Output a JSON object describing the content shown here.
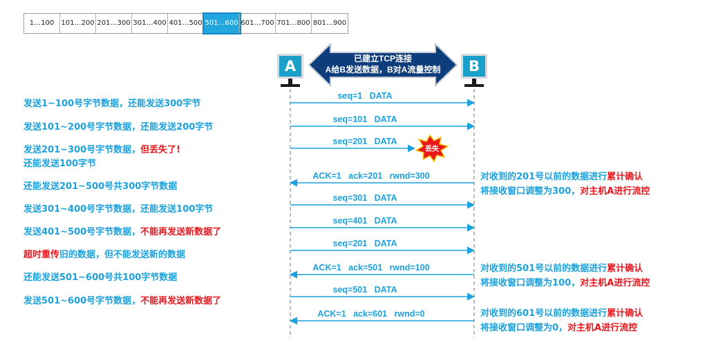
{
  "strip": {
    "cells": [
      "1…100",
      "101…200",
      "201…300",
      "301…400",
      "401…500",
      "501…600",
      "601…700",
      "701…800",
      "801…900"
    ],
    "highlighted_index": 5
  },
  "connection": {
    "line1": "已建立TCP连接",
    "line2": "A给B发送数据，B对A流量控制"
  },
  "hosts": {
    "a": "A",
    "b": "B"
  },
  "left_notes": [
    {
      "parts": [
        {
          "text": "发送1~100号字节数据，还能发送300字节",
          "red": false
        }
      ]
    },
    {
      "parts": [
        {
          "text": "发送101~200号字节数据，还能发送200字节",
          "red": false
        }
      ]
    },
    {
      "parts": [
        {
          "text": "发送201~300号字节数据，",
          "red": false
        },
        {
          "text": "但丢失了!",
          "red": true
        }
      ]
    },
    {
      "parts": [
        {
          "text": "还能发送100字节",
          "red": false
        }
      ]
    },
    {
      "parts": [
        {
          "text": "还能发送201~500号共300字节数据",
          "red": false
        }
      ]
    },
    {
      "parts": [
        {
          "text": "发送301~400号字节数据，还能发送100字节",
          "red": false
        }
      ]
    },
    {
      "parts": [
        {
          "text": "发送401~500号字节数据，",
          "red": false
        },
        {
          "text": "不能再发送新数据了",
          "red": true
        }
      ]
    },
    {
      "parts": [
        {
          "text": "超时重传",
          "red": true
        },
        {
          "text": "旧的数据，但不能发送新的数据",
          "red": false
        }
      ]
    },
    {
      "parts": [
        {
          "text": "还能发送501~600号共100字节数据",
          "red": false
        }
      ]
    },
    {
      "parts": [
        {
          "text": "发送501~600号字节数据，",
          "red": false
        },
        {
          "text": "不能再发送新数据了",
          "red": true
        }
      ]
    }
  ],
  "messages": [
    {
      "label": "seq=1   DATA",
      "direction": "right",
      "lost": false
    },
    {
      "label": "seq=101   DATA",
      "direction": "right",
      "lost": false
    },
    {
      "label": "seq=201   DATA",
      "direction": "right",
      "lost": true
    },
    {
      "label": "ACK=1   ack=201   rwnd=300",
      "direction": "left",
      "lost": false
    },
    {
      "label": "seq=301   DATA",
      "direction": "right",
      "lost": false
    },
    {
      "label": "seq=401   DATA",
      "direction": "right",
      "lost": false
    },
    {
      "label": "seq=201   DATA",
      "direction": "right",
      "lost": false
    },
    {
      "label": "ACK=1   ack=501   rwnd=100",
      "direction": "left",
      "lost": false
    },
    {
      "label": "seq=501   DATA",
      "direction": "right",
      "lost": false
    },
    {
      "label": "ACK=1   ack=601   rwnd=0",
      "direction": "left",
      "lost": false
    }
  ],
  "lost_badge": "丢失",
  "right_notes": [
    {
      "parts": [
        {
          "text": "对收到的201号以前的数据进行",
          "red": false
        },
        {
          "text": "累计确认",
          "red": true
        }
      ]
    },
    {
      "parts": [
        {
          "text": "将接收窗口调整为300，",
          "red": false
        },
        {
          "text": "对主机A进行流控",
          "red": true
        }
      ]
    },
    {
      "parts": [
        {
          "text": "对收到的501号以前的数据进行",
          "red": false
        },
        {
          "text": "累计确认",
          "red": true
        }
      ]
    },
    {
      "parts": [
        {
          "text": "将接收窗口调整为100，",
          "red": false
        },
        {
          "text": "对主机A进行流控",
          "red": true
        }
      ]
    },
    {
      "parts": [
        {
          "text": "对收到的601号以前的数据进行",
          "red": false
        },
        {
          "text": "累计确认",
          "red": true
        }
      ]
    },
    {
      "parts": [
        {
          "text": "将接收窗口调整为0，",
          "red": false
        },
        {
          "text": "对主机A进行流控",
          "red": true
        }
      ]
    }
  ],
  "colors": {
    "accent": "#1ba1dc",
    "alert": "#e8161d",
    "arrow_dark": "#0d3d7a",
    "highlight": "#22a7df"
  }
}
